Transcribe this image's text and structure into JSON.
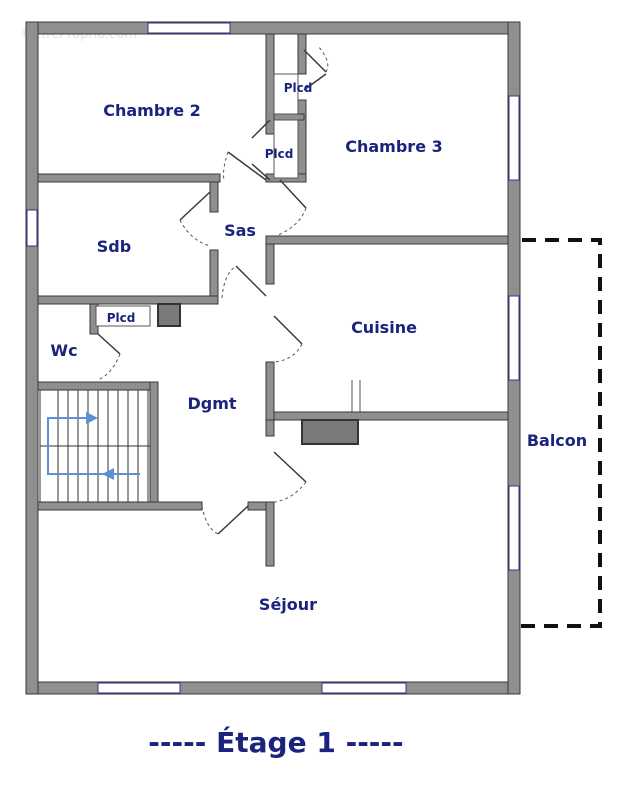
{
  "watermark": "©EtreProprio.com",
  "floor_title": "----- Étage 1 -----",
  "rooms": {
    "chambre2": "Chambre 2",
    "chambre3": "Chambre 3",
    "sdb": "Sdb",
    "sas": "Sas",
    "cuisine": "Cuisine",
    "wc": "Wc",
    "dgmt": "Dgmt",
    "balcon": "Balcon",
    "sejour": "Séjour"
  },
  "closets": {
    "plcd_top": "Plcd",
    "plcd_middle": "Plcd",
    "plcd_wc": "Plcd"
  }
}
